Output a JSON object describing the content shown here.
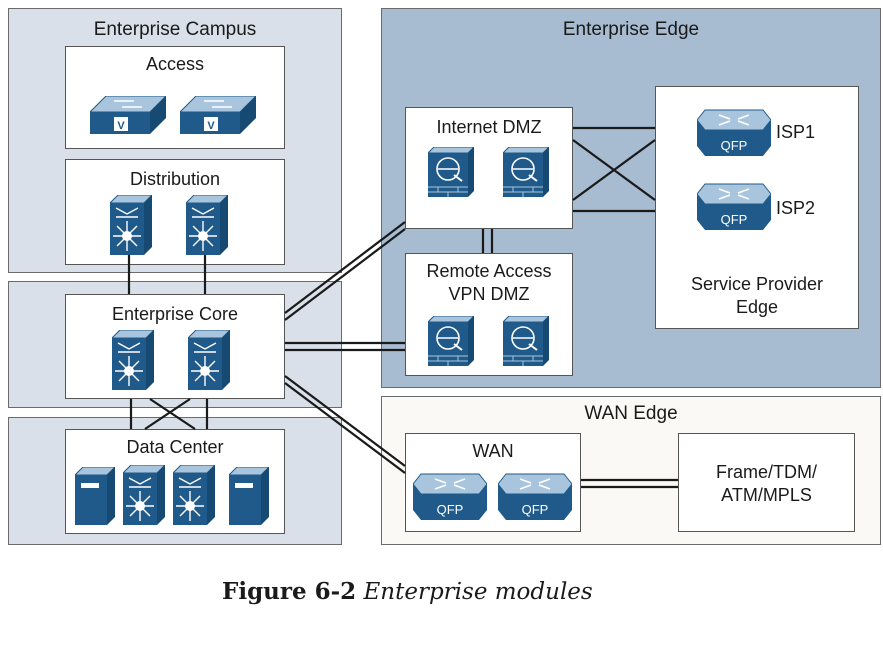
{
  "regions": {
    "campus": "Enterprise Campus",
    "edge": "Enterprise Edge",
    "wan_edge": "WAN Edge"
  },
  "boxes": {
    "access": "Access",
    "distribution": "Distribution",
    "core": "Enterprise Core",
    "data_center": "Data Center",
    "internet_dmz": "Internet DMZ",
    "vpn_dmz_line1": "Remote Access",
    "vpn_dmz_line2": "VPN DMZ",
    "sp_edge_line1": "Service Provider",
    "sp_edge_line2": "Edge",
    "wan": "WAN",
    "frame_line1": "Frame/TDM/",
    "frame_line2": "ATM/MPLS"
  },
  "isp": {
    "isp1": "ISP1",
    "isp2": "ISP2"
  },
  "device_labels": {
    "qfp": "QFP",
    "v": "V"
  },
  "caption": {
    "figure": "Figure 6-2",
    "title": "Enterprise modules"
  },
  "colors": {
    "device_blue": "#1f5a8a",
    "device_light": "#a9c5de",
    "campus_bg": "#d9e0ea",
    "edge_bg": "#a7bbd1"
  }
}
